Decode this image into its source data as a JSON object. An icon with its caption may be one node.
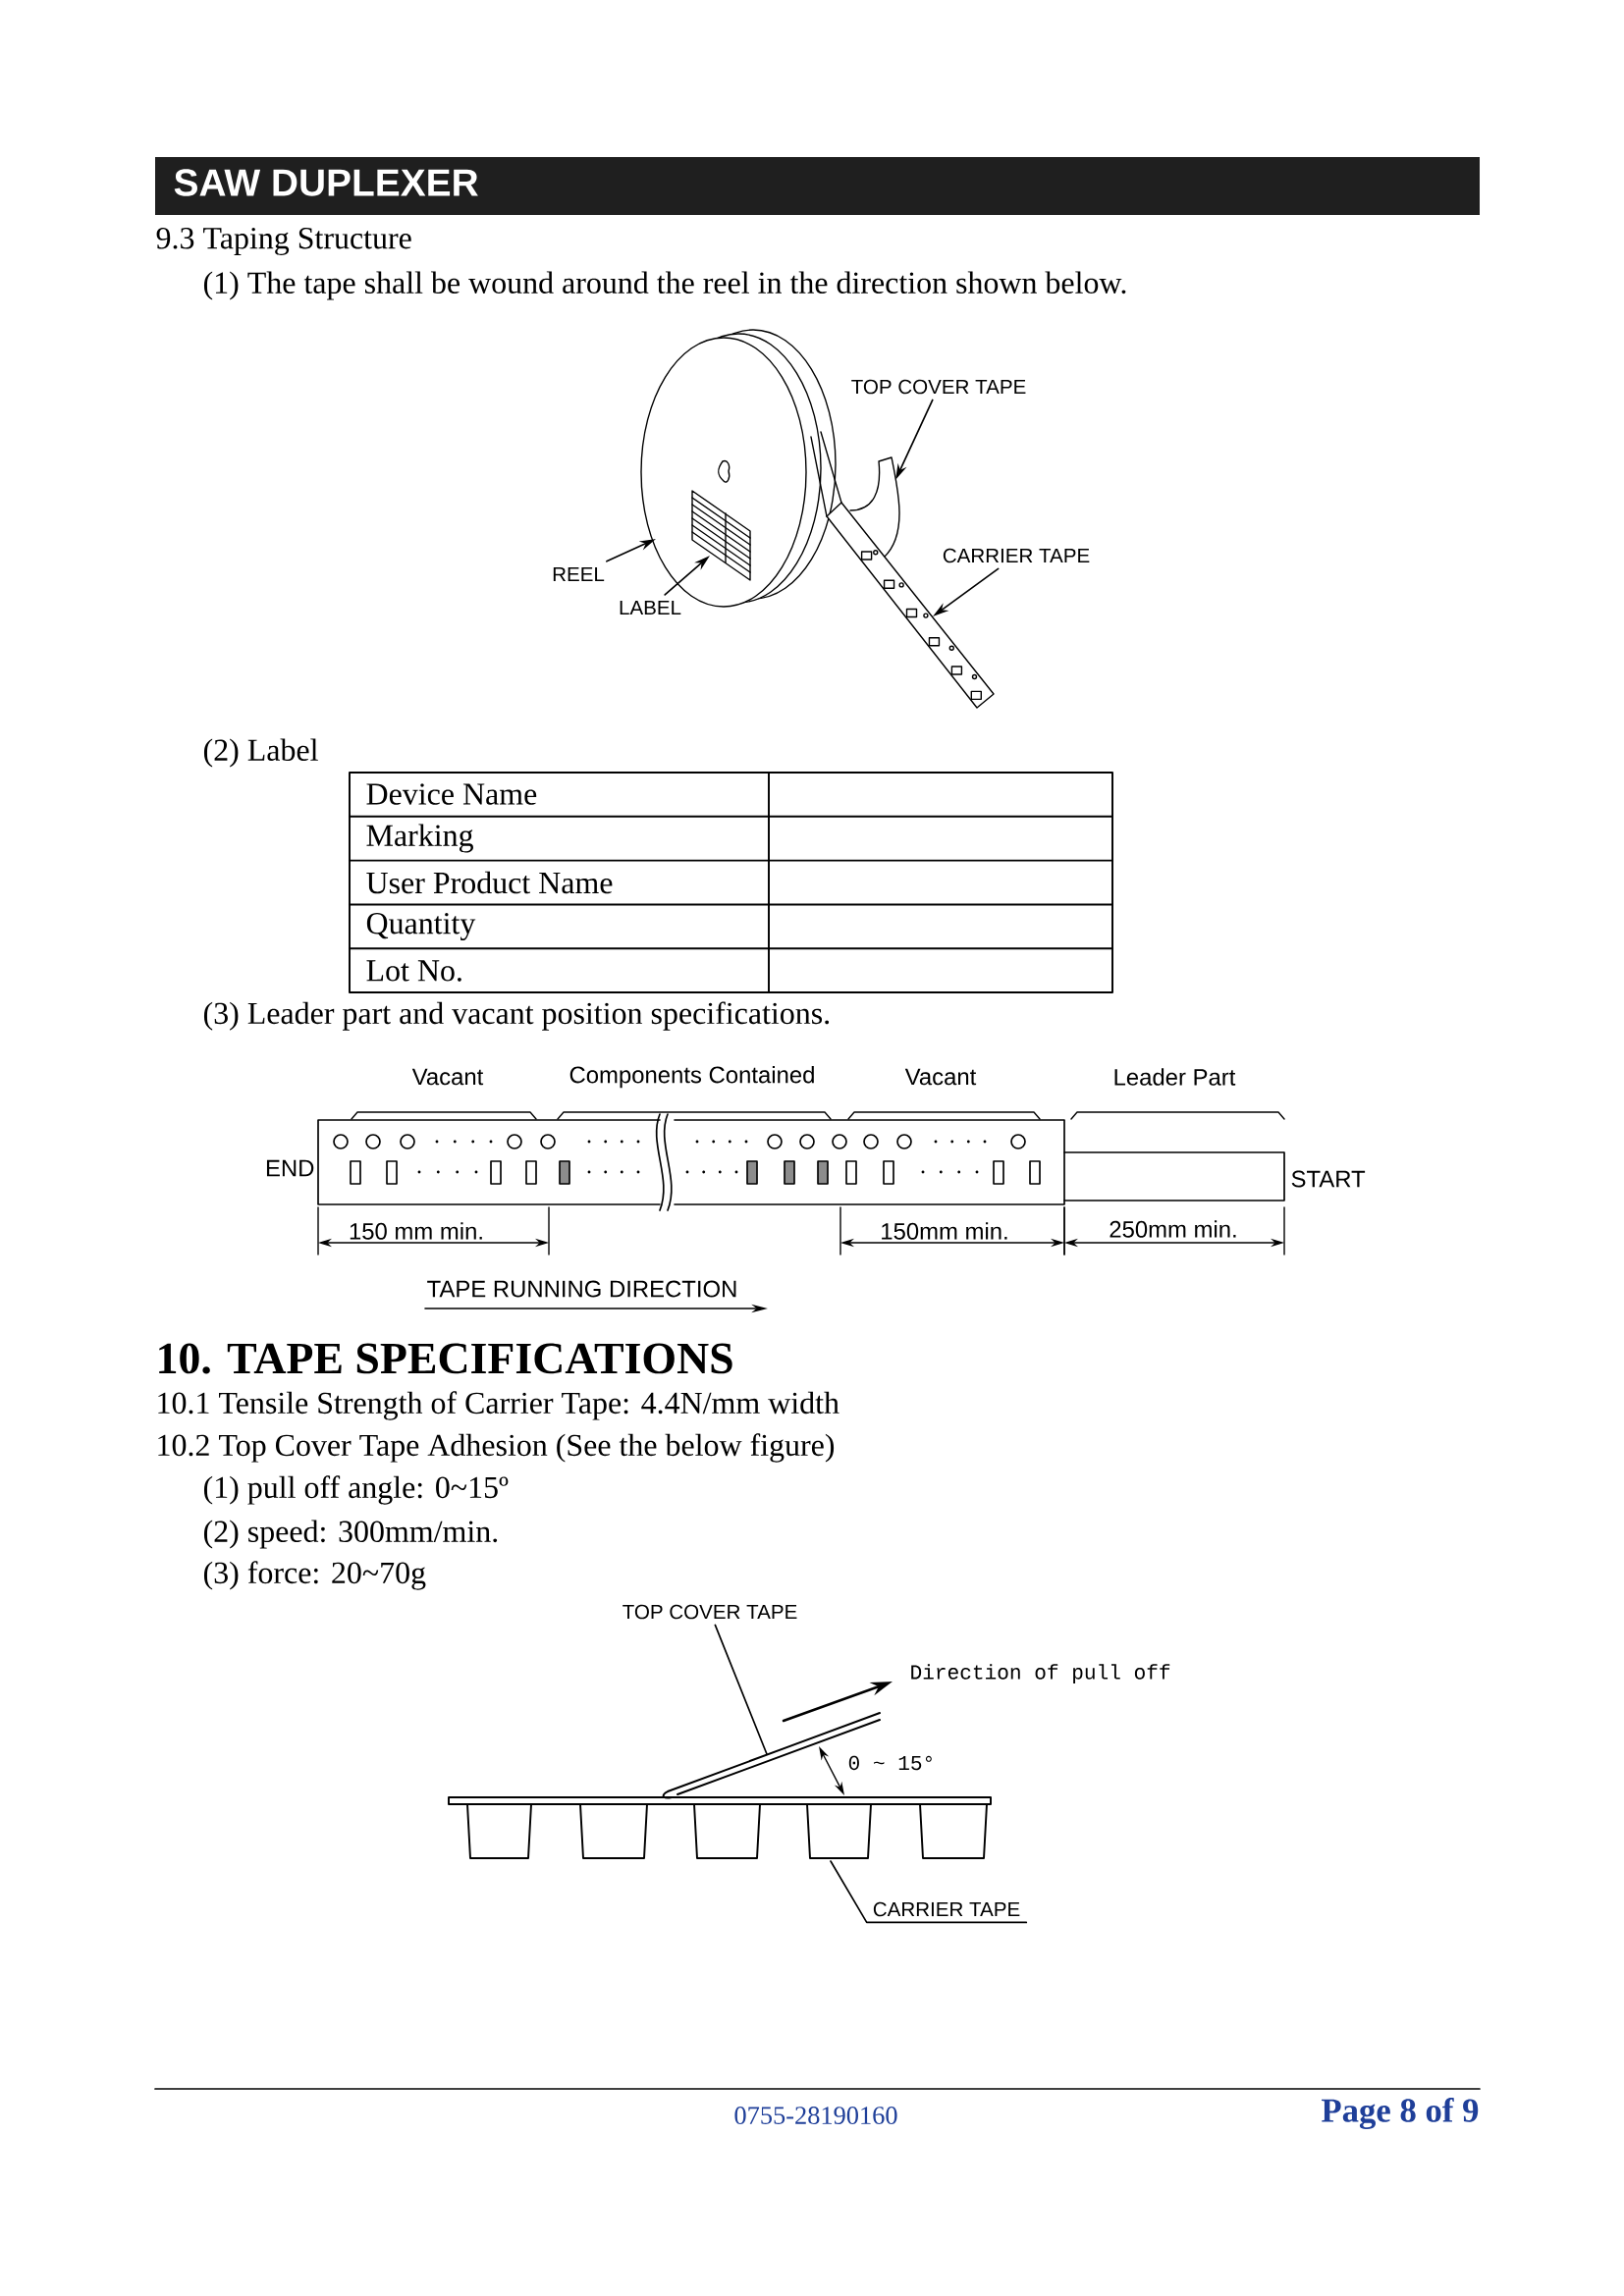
{
  "diagram": {
    "title": "SAW DUPLEXER",
    "nodes": [
      {
        "text": [
          "TOP COVER TAPE"
        ]
      },
      {
        "text": [
          "CARRIER TAPE"
        ]
      },
      {
        "text": [
          "REEL"
        ]
      },
      {
        "text": [
          "LABEL"
        ]
      },
      {
        "text": [
          "TOP COVER TAPE"
        ]
      },
      {
        "text": [
          "CARRIER TAPE"
        ]
      },
      {
        "text": [],
        "shape": "picture"
      },
      {
        "text": [],
        "shape": "picture",
        "in": 6
      },
      {
        "text": [],
        "shape": "picture"
      },
      {
        "text": [],
        "shape": "picture"
      },
      {
        "text": [],
        "shape": "picture"
      },
      {
        "text": [],
        "shape": "picture"
      }
    ],
    "edges": [
      {
        "from": 0,
        "to": 8,
        "arrow": "to"
      },
      {
        "from": 1,
        "to": 9,
        "arrow": "to"
      },
      {
        "from": 2,
        "to": 6,
        "arrow": "to"
      },
      {
        "from": 3,
        "to": 7,
        "arrow": "to"
      },
      {
        "from": 4,
        "to": 10,
        "arrow": "none"
      },
      {
        "from": 5,
        "to": 11,
        "arrow": "none"
      }
    ],
    "labels": [
      "9.3 Taping Structure",
      "(1) The tape shall be wound around the reel in the direction shown below.",
      "(2) Label",
      "Device Name",
      "Marking",
      "User Product Name",
      "Quantity",
      "Lot No.",
      "(3) Leader part and vacant position specifications.",
      "Vacant",
      "Components Contained",
      "Vacant",
      "Leader Part",
      "END",
      "START",
      "150 mm min.",
      "150mm min.",
      "250mm min.",
      "TAPE RUNNING DIRECTION",
      "10. TAPE SPECIFICATIONS",
      "10.1 Tensile Strength of Carrier Tape: 4.4N/mm width",
      "10.2 Top Cover Tape Adhesion (See the below figure)",
      "(1) pull off angle: 0~15º",
      "(2) speed: 300mm/min.",
      "(3) force: 20~70g",
      "Direction of pull off",
      "0 ~ 15°",
      "0755-28190160",
      "Page 8 of 9"
    ]
  }
}
